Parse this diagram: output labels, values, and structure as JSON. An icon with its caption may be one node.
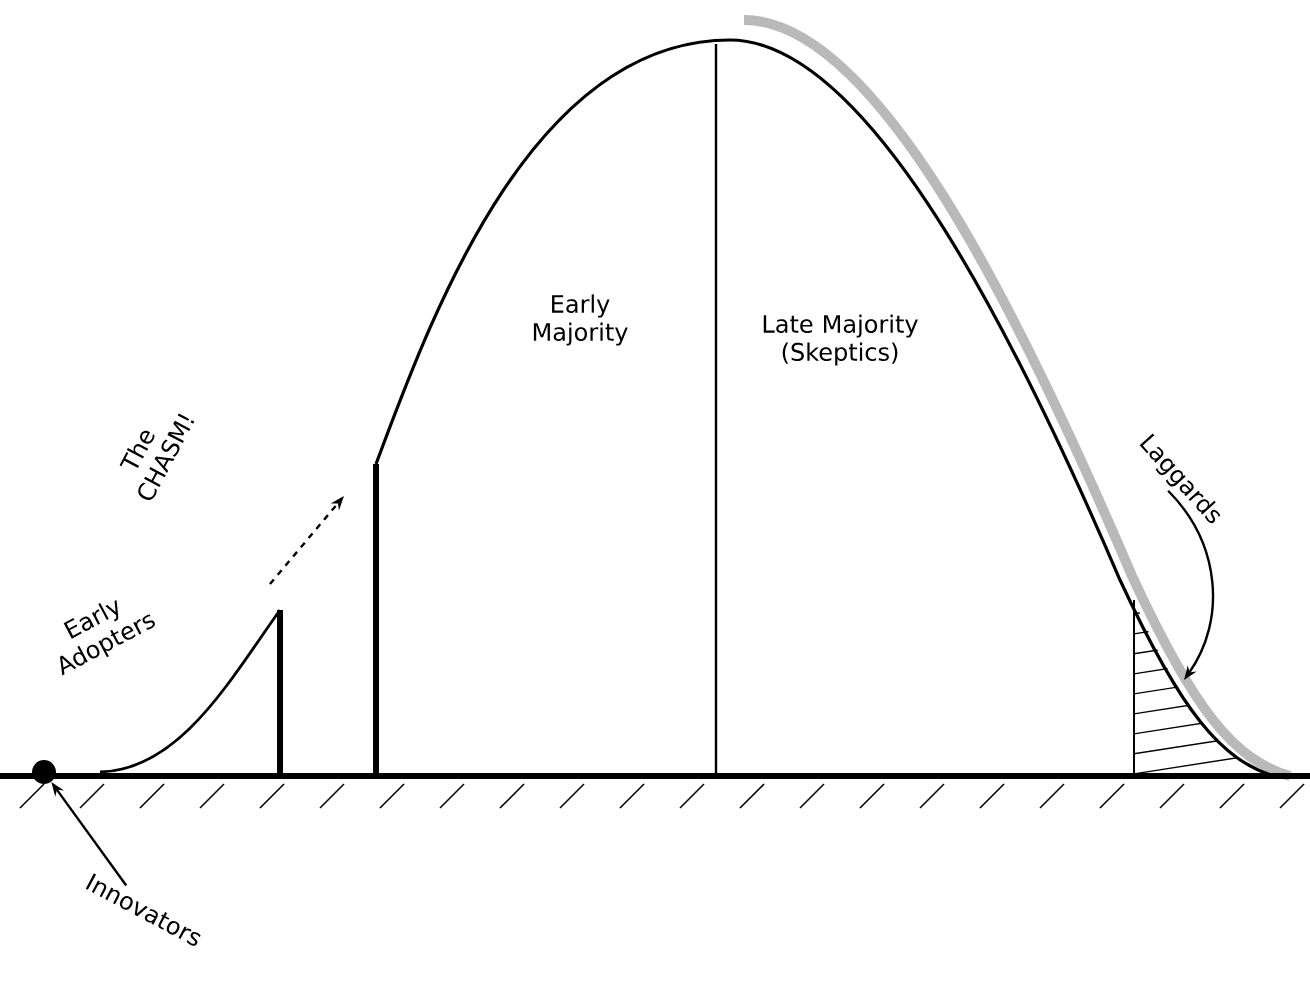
{
  "diagram": {
    "nodes": [
      {
        "text": [
          "Innovators"
        ]
      },
      {
        "text": [],
        "shape": "circle"
      },
      {
        "text": [
          "Laggards"
        ]
      }
    ],
    "edges": [
      {
        "from": 0,
        "to": 1,
        "arrow": "to"
      },
      {
        "from": 2,
        "to": null,
        "arrow": "to"
      }
    ],
    "labels": [
      "The CHASM!",
      "Early Adopters",
      "Early Majority",
      "Late Majority (Skeptics)"
    ]
  }
}
